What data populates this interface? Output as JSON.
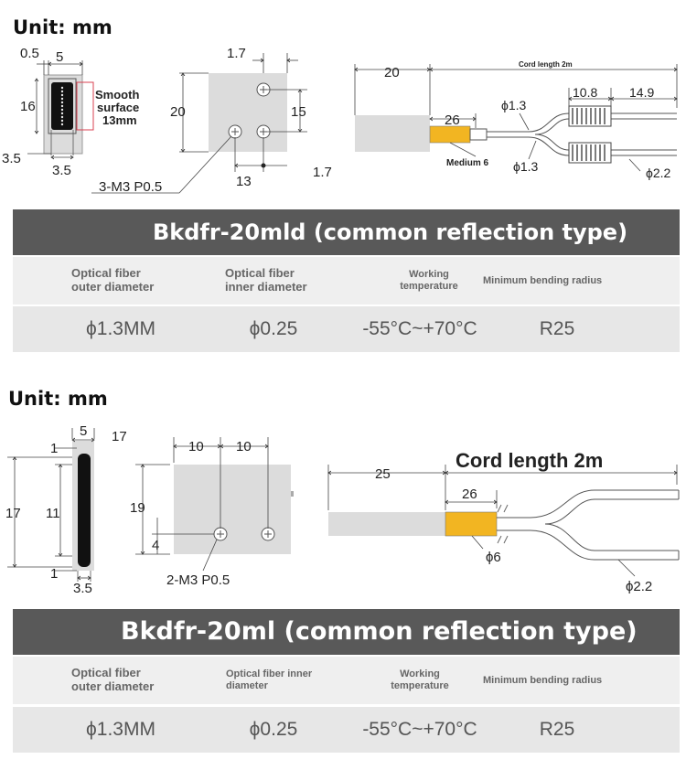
{
  "unit_label": "Unit: mm",
  "product1": {
    "title": "Bkdfr-20mld (common reflection type)",
    "side_view": {
      "dim_top_small": "0.5",
      "dim_top": "5",
      "dim_height": "16",
      "dim_bottom_left": "3.5",
      "dim_bottom": "3.5",
      "note_line1": "Smooth",
      "note_line2": "surface",
      "note_line3": "13mm"
    },
    "front_view": {
      "dim_top": "1.7",
      "dim_left": "20",
      "dim_right": "15",
      "dim_bottom": "13",
      "dim_bottom_right": "1.7",
      "mount_label": "3-M3  P0.5"
    },
    "cable_view": {
      "dim_body": "20",
      "cord_length": "Cord length 2m",
      "dim_tube": "26",
      "dim_fiber": "ϕ1.3",
      "dim_fiber2": "ϕ1.3",
      "dim_connector": "10.8",
      "dim_tail": "14.9",
      "tube_label": "Medium 6",
      "dim_end": "ϕ2.2"
    },
    "table": {
      "headers": [
        "Optical fiber\nouter diameter",
        "Optical fiber\ninner diameter",
        "Working\ntemperature",
        "Minimum bending radius"
      ],
      "values": [
        "ϕ1.3MM",
        "ϕ0.25",
        "-55°C~+70°C",
        "R25"
      ]
    }
  },
  "product2": {
    "title": "Bkdfr-20ml (common reflection type)",
    "side_view": {
      "dim_top": "5",
      "dim_top_right": "17",
      "dim_left": "17",
      "dim_inner": "11",
      "dim_top_gap": "1",
      "dim_bottom_gap": "1",
      "dim_bottom": "3.5"
    },
    "front_view": {
      "dim_a": "10",
      "dim_b": "10",
      "dim_height": "19",
      "dim_hole": "4",
      "mount_label": "2-M3  P0.5"
    },
    "cable_view": {
      "dim_body": "25",
      "cord_length": "Cord length 2m",
      "dim_tube": "26",
      "dim_tube_dia": "ϕ6",
      "dim_end": "ϕ2.2"
    },
    "table": {
      "headers": [
        "Optical fiber\nouter diameter",
        "Optical fiber inner\ndiameter",
        "Working\ntemperature",
        "Minimum bending radius"
      ],
      "values": [
        "ϕ1.3MM",
        "ϕ0.25",
        "-55°C~+70°C",
        "R25"
      ]
    }
  },
  "colors": {
    "title_bar": "#595959",
    "table_header": "#efefef",
    "table_values": "#e7e7e7",
    "tube": "#f2b522",
    "sensor_body": "#dcdcdc"
  }
}
